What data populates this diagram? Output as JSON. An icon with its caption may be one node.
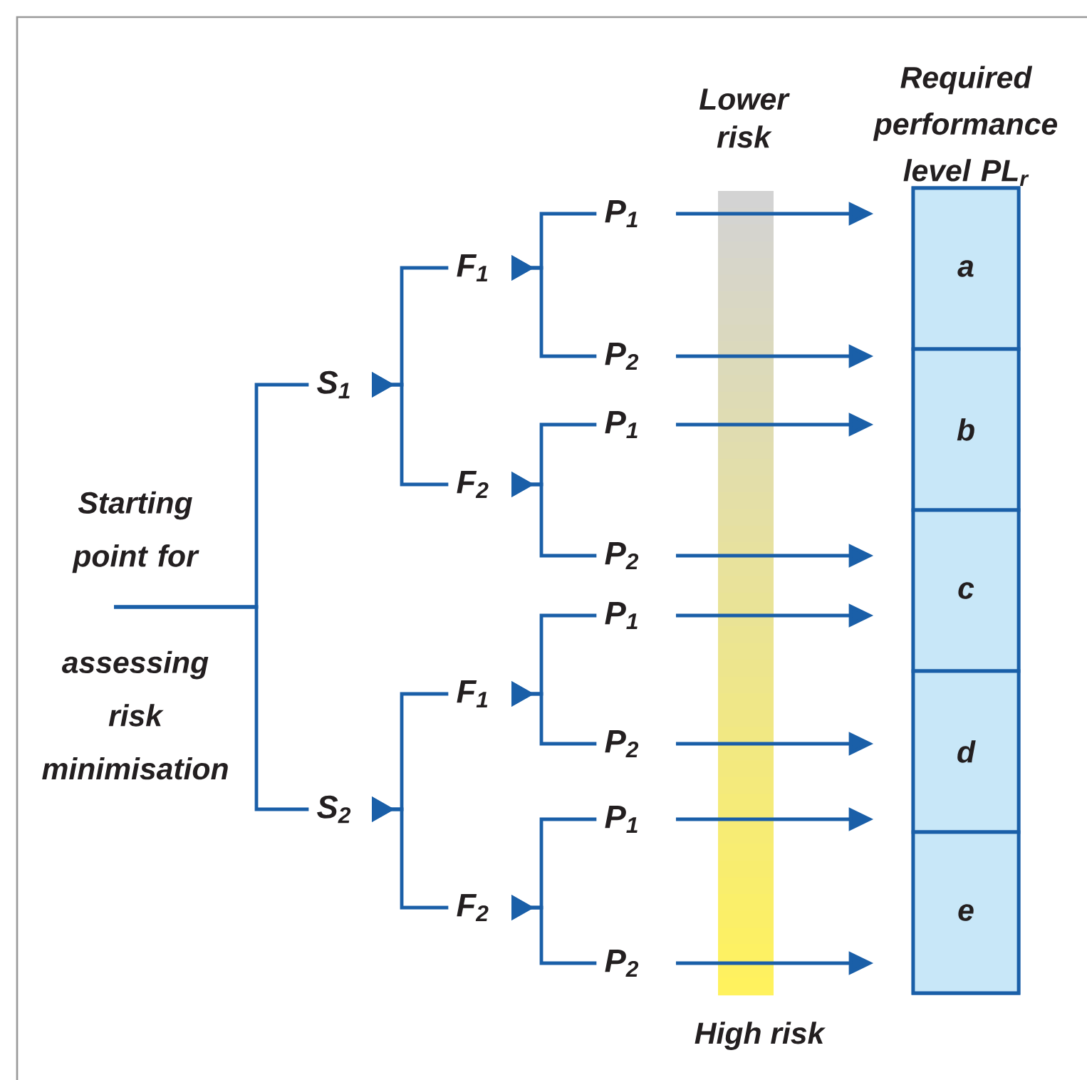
{
  "diagram": {
    "nodes": [
      {
        "text": [
          "Starting point for",
          "assessing risk minimisation"
        ]
      },
      {
        "text": [
          "S$_{1}$"
        ]
      },
      {
        "text": [
          "F$_{1}$"
        ]
      },
      {
        "text": [
          "P$_{1}$"
        ]
      },
      {
        "text": [
          "P$_{2}$"
        ]
      },
      {
        "text": [
          "F$_{2}$"
        ]
      },
      {
        "text": [
          "P$_{1}$"
        ]
      },
      {
        "text": [
          "P$_{2}$"
        ]
      },
      {
        "text": [
          "S$_{2}$"
        ]
      },
      {
        "text": [
          "F$_{1}$"
        ]
      },
      {
        "text": [
          "P$_{1}$"
        ]
      },
      {
        "text": [
          "P$_{2}$"
        ]
      },
      {
        "text": [
          "F$_{2}$"
        ]
      },
      {
        "text": [
          "P$_{1}$"
        ]
      },
      {
        "text": [
          "P$_{2}$"
        ]
      },
      {
        "text": [
          "Required performance level PL$_{r}$"
        ]
      },
      {
        "text": [
          "a"
        ],
        "in": 15
      },
      {
        "text": [
          "b"
        ],
        "in": 15
      },
      {
        "text": [
          "c"
        ],
        "in": 15
      },
      {
        "text": [
          "d"
        ],
        "in": 15
      },
      {
        "text": [
          "e"
        ],
        "in": 15
      }
    ],
    "edges": [
      {
        "from": 0,
        "to": 1,
        "arrow": "none"
      },
      {
        "from": 0,
        "to": 8,
        "arrow": "none"
      },
      {
        "from": 1,
        "to": 2,
        "arrow": "to"
      },
      {
        "from": 1,
        "to": 5,
        "arrow": "to"
      },
      {
        "from": 2,
        "to": 3,
        "arrow": "to"
      },
      {
        "from": 2,
        "to": 4,
        "arrow": "to"
      },
      {
        "from": 5,
        "to": 6,
        "arrow": "to"
      },
      {
        "from": 5,
        "to": 7,
        "arrow": "to"
      },
      {
        "from": 8,
        "to": 9,
        "arrow": "to"
      },
      {
        "from": 8,
        "to": 12,
        "arrow": "to"
      },
      {
        "from": 9,
        "to": 10,
        "arrow": "to"
      },
      {
        "from": 9,
        "to": 11,
        "arrow": "to"
      },
      {
        "from": 12,
        "to": 13,
        "arrow": "to"
      },
      {
        "from": 12,
        "to": 14,
        "arrow": "to"
      },
      {
        "from": 3,
        "to": 16,
        "arrow": "to"
      },
      {
        "from": 4,
        "to": 17,
        "arrow": "to"
      },
      {
        "from": 6,
        "to": 17,
        "arrow": "to"
      },
      {
        "from": 7,
        "to": 18,
        "arrow": "to"
      },
      {
        "from": 10,
        "to": 18,
        "arrow": "to"
      },
      {
        "from": 11,
        "to": 19,
        "arrow": "to"
      },
      {
        "from": 13,
        "to": 19,
        "arrow": "to"
      },
      {
        "from": 14,
        "to": 20,
        "arrow": "to"
      }
    ],
    "labels": [
      "Lower risk",
      "High risk"
    ]
  }
}
